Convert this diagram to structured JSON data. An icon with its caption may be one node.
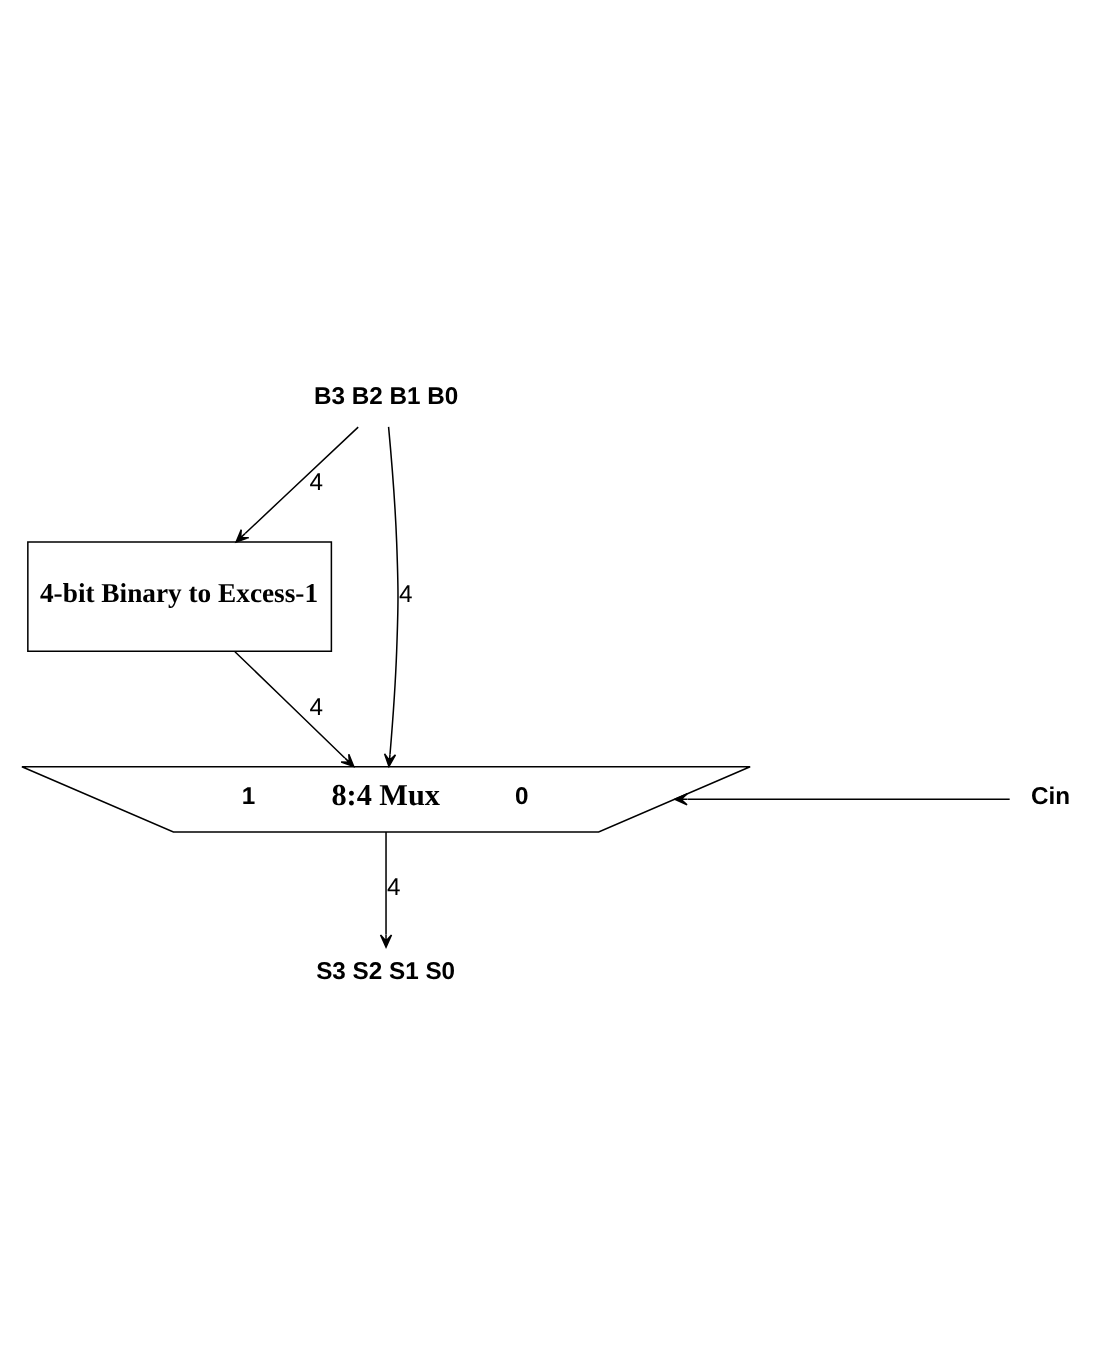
{
  "diagram": {
    "nodes": [
      {
        "text": [
          "B3 B2 B1 B0"
        ]
      },
      {
        "text": [
          "4-bit Binary to Excess-1"
        ]
      },
      {
        "text": [
          "1",
          "8:4 Mux",
          "0"
        ]
      },
      {
        "text": [
          "Cin"
        ]
      },
      {
        "text": [
          "S3 S2 S1 S0"
        ]
      }
    ],
    "edges": [
      {
        "from": 0,
        "to": 1,
        "arrow": "to",
        "label": "4"
      },
      {
        "from": 0,
        "to": 2,
        "arrow": "to",
        "label": "4"
      },
      {
        "from": 1,
        "to": 2,
        "arrow": "to",
        "label": "4"
      },
      {
        "from": 3,
        "to": 2,
        "arrow": "to"
      },
      {
        "from": 2,
        "to": 4,
        "arrow": "to",
        "label": "4"
      }
    ]
  }
}
